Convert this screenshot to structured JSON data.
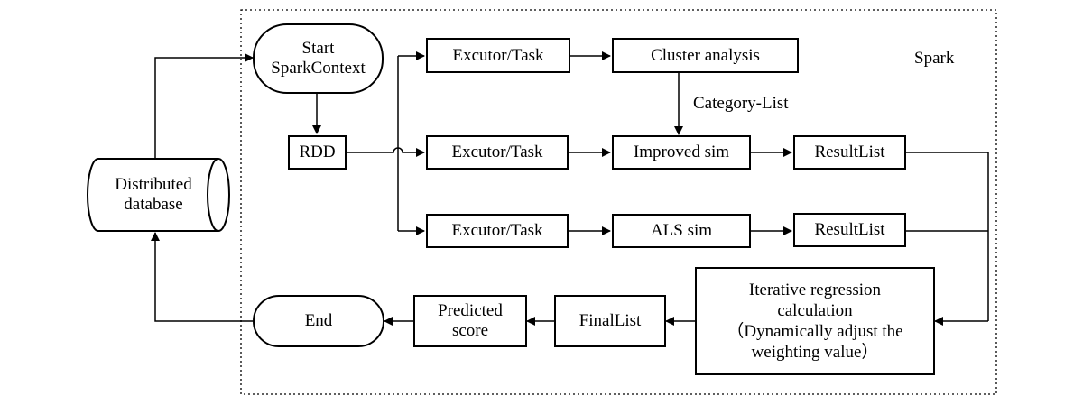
{
  "region_label": "Spark",
  "nodes": {
    "database": "Distributed\ndatabase",
    "start": "Start\nSparkContext",
    "rdd": "RDD",
    "executor_top": "Excutor/Task",
    "executor_mid": "Excutor/Task",
    "executor_bot": "Excutor/Task",
    "cluster": "Cluster analysis",
    "improved": "Improved sim",
    "als": "ALS sim",
    "result_mid": "ResultList",
    "result_bot": "ResultList",
    "iterative": "Iterative regression\ncalculation\n（Dynamically adjust the\nweighting value）",
    "finallist": "FinalList",
    "predicted": "Predicted\nscore",
    "end": "End"
  },
  "edge_labels": {
    "category_list": "Category-List"
  }
}
